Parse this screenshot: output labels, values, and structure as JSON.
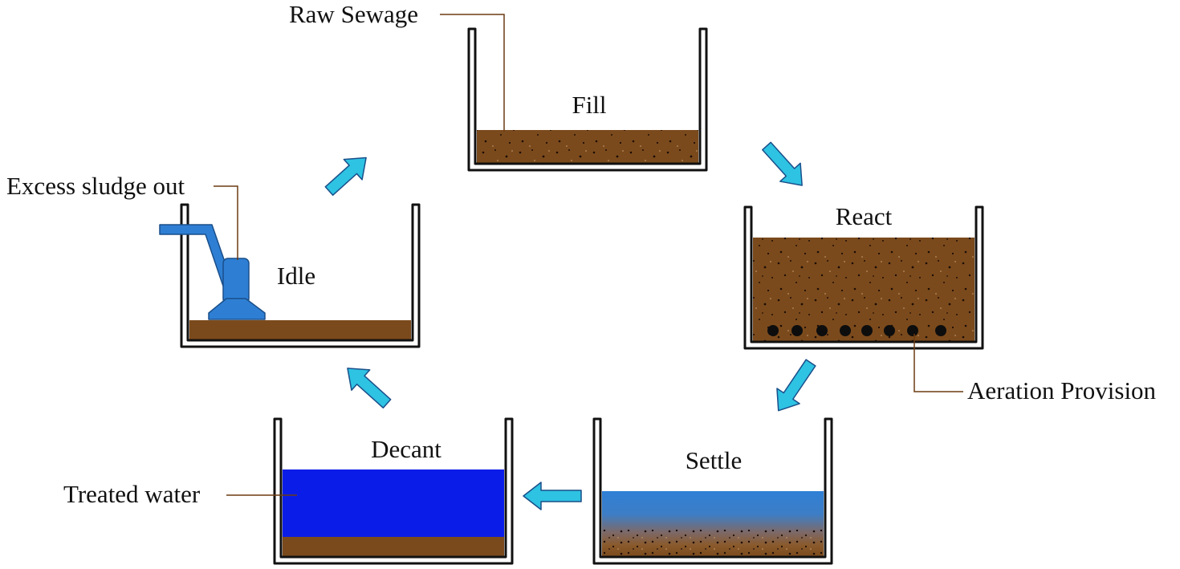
{
  "diagram": {
    "stages": {
      "fill": "Fill",
      "react": "React",
      "settle": "Settle",
      "decant": "Decant",
      "idle": "Idle"
    },
    "callouts": {
      "raw_sewage": "Raw Sewage",
      "aeration": "Aeration Provision",
      "treated_water": "Treated water",
      "excess_sludge": "Excess sludge out"
    },
    "colors": {
      "sludge": "#7b4a1c",
      "water_decant": "#0a1de8",
      "water_settle": "#2f7fd6",
      "arrow": "#2ec3e3",
      "arrow_outline": "#1a4f8a",
      "pump": "#2e7fd4",
      "leader_line": "#6b3b12"
    }
  }
}
